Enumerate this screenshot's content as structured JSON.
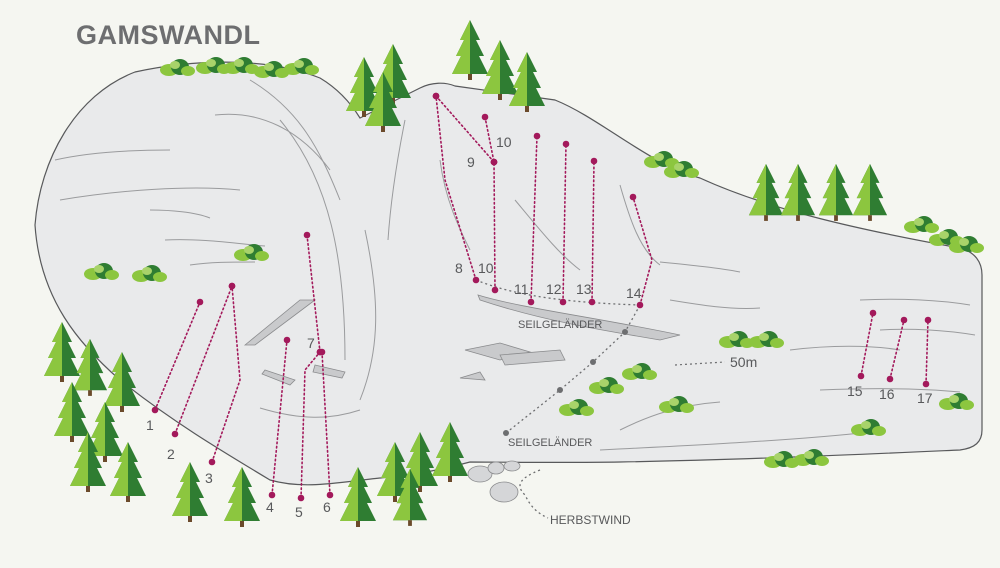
{
  "title": "GAMSWANDL",
  "colors": {
    "background": "#f5f6f1",
    "rock": "#e9eaeb",
    "rock_outline": "#58595b",
    "route": "#a3195b",
    "path": "#6d6e70",
    "tree_dark": "#2f7d32",
    "tree_light": "#8cc63f"
  },
  "route_labels": [
    "1",
    "2",
    "3",
    "4",
    "5",
    "6",
    "7",
    "8",
    "9",
    "10",
    "10",
    "11",
    "12",
    "13",
    "14",
    "15",
    "16",
    "17"
  ],
  "annotations": {
    "fixed_rope_upper": "SEILGELÄNDER",
    "fixed_rope_lower": "SEILGELÄNDER",
    "distance": "50m",
    "approach": "HERBSTWIND"
  },
  "icons": [
    "tree-icon",
    "bush-icon"
  ]
}
